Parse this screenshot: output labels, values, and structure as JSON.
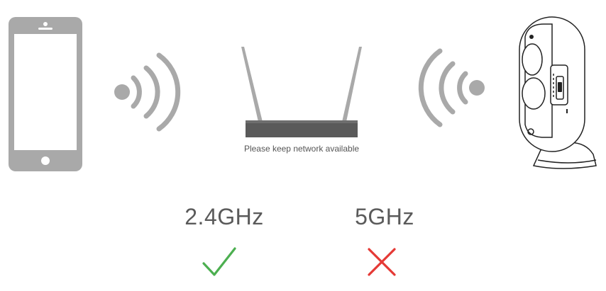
{
  "router": {
    "caption": "Please keep network available"
  },
  "bands": [
    {
      "label": "2.4GHz",
      "status": "supported",
      "icon": "checkmark-icon",
      "color": "#4caf50"
    },
    {
      "label": "5GHz",
      "status": "not-supported",
      "icon": "cross-icon",
      "color": "#e53935"
    }
  ],
  "colors": {
    "device_gray": "#a8a8a8",
    "router_body": "#555555",
    "camera_outline": "#222222"
  },
  "icons": {
    "phone": "smartphone-icon",
    "signal_left": "wifi-signal-icon",
    "router": "router-icon",
    "signal_right": "wifi-signal-icon",
    "camera": "security-camera-icon"
  }
}
